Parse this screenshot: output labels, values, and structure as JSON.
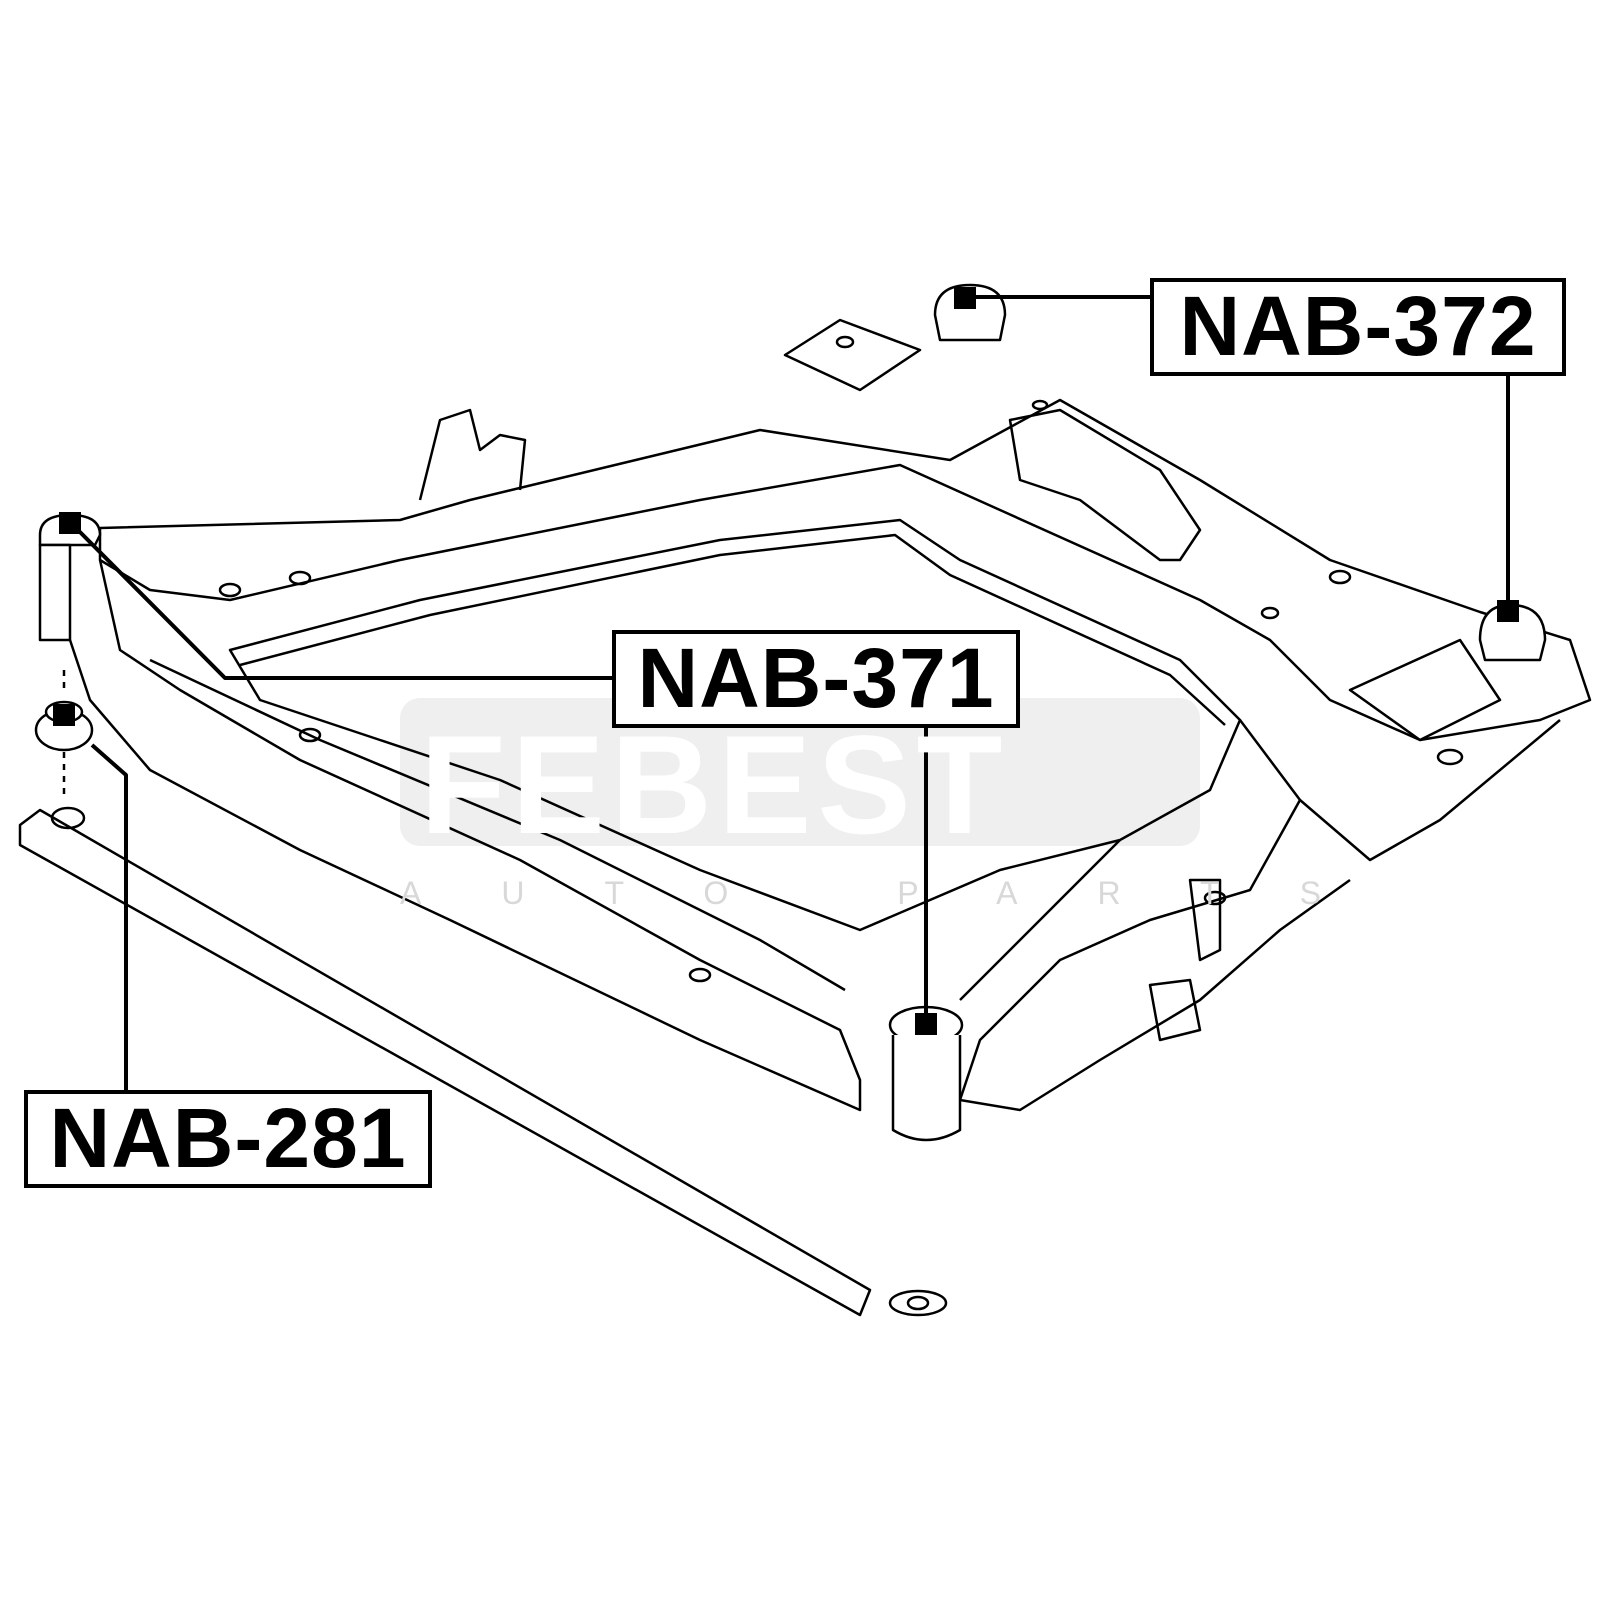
{
  "watermark": {
    "brand": "FEBEST",
    "tagline": "AUTO PARTS"
  },
  "callouts": [
    {
      "part_number": "NAB-372"
    },
    {
      "part_number": "NAB-371"
    },
    {
      "part_number": "NAB-281"
    }
  ]
}
